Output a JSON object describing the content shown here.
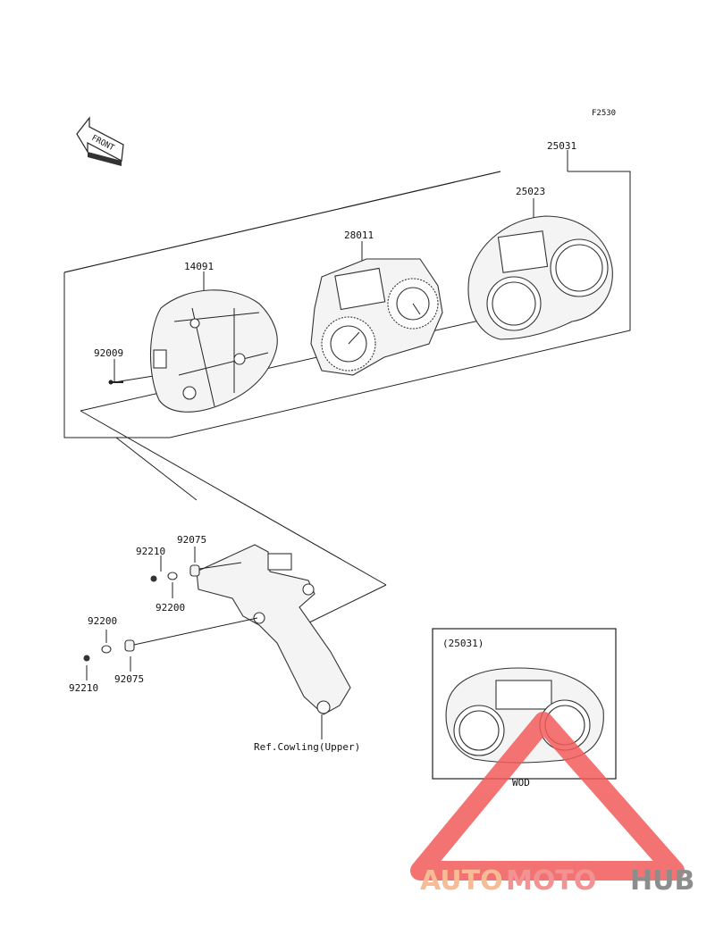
{
  "figure_code": "F2530",
  "front_arrow_label": "FRONT",
  "callouts": {
    "assembly": "25031",
    "case": "25023",
    "meter_unit": "28011",
    "back_cover": "14091",
    "screw": "92009",
    "nut_upper": "92210",
    "bushing_upper": "92075",
    "washer_upper": "92200",
    "washer_lower": "92200",
    "bushing_lower": "92075",
    "nut_lower": "92210"
  },
  "reference_note": "Ref.Cowling(Upper)",
  "inset": {
    "title": "(25031)",
    "variant": "WOD"
  },
  "watermark": {
    "auto": "AUTO",
    "moto": "MOTO",
    "hub": "HUB",
    "colors": {
      "auto": "#f4b183",
      "moto": "#f08080",
      "hub": "#7a7a7a",
      "triangle": "#f25a5a"
    }
  }
}
